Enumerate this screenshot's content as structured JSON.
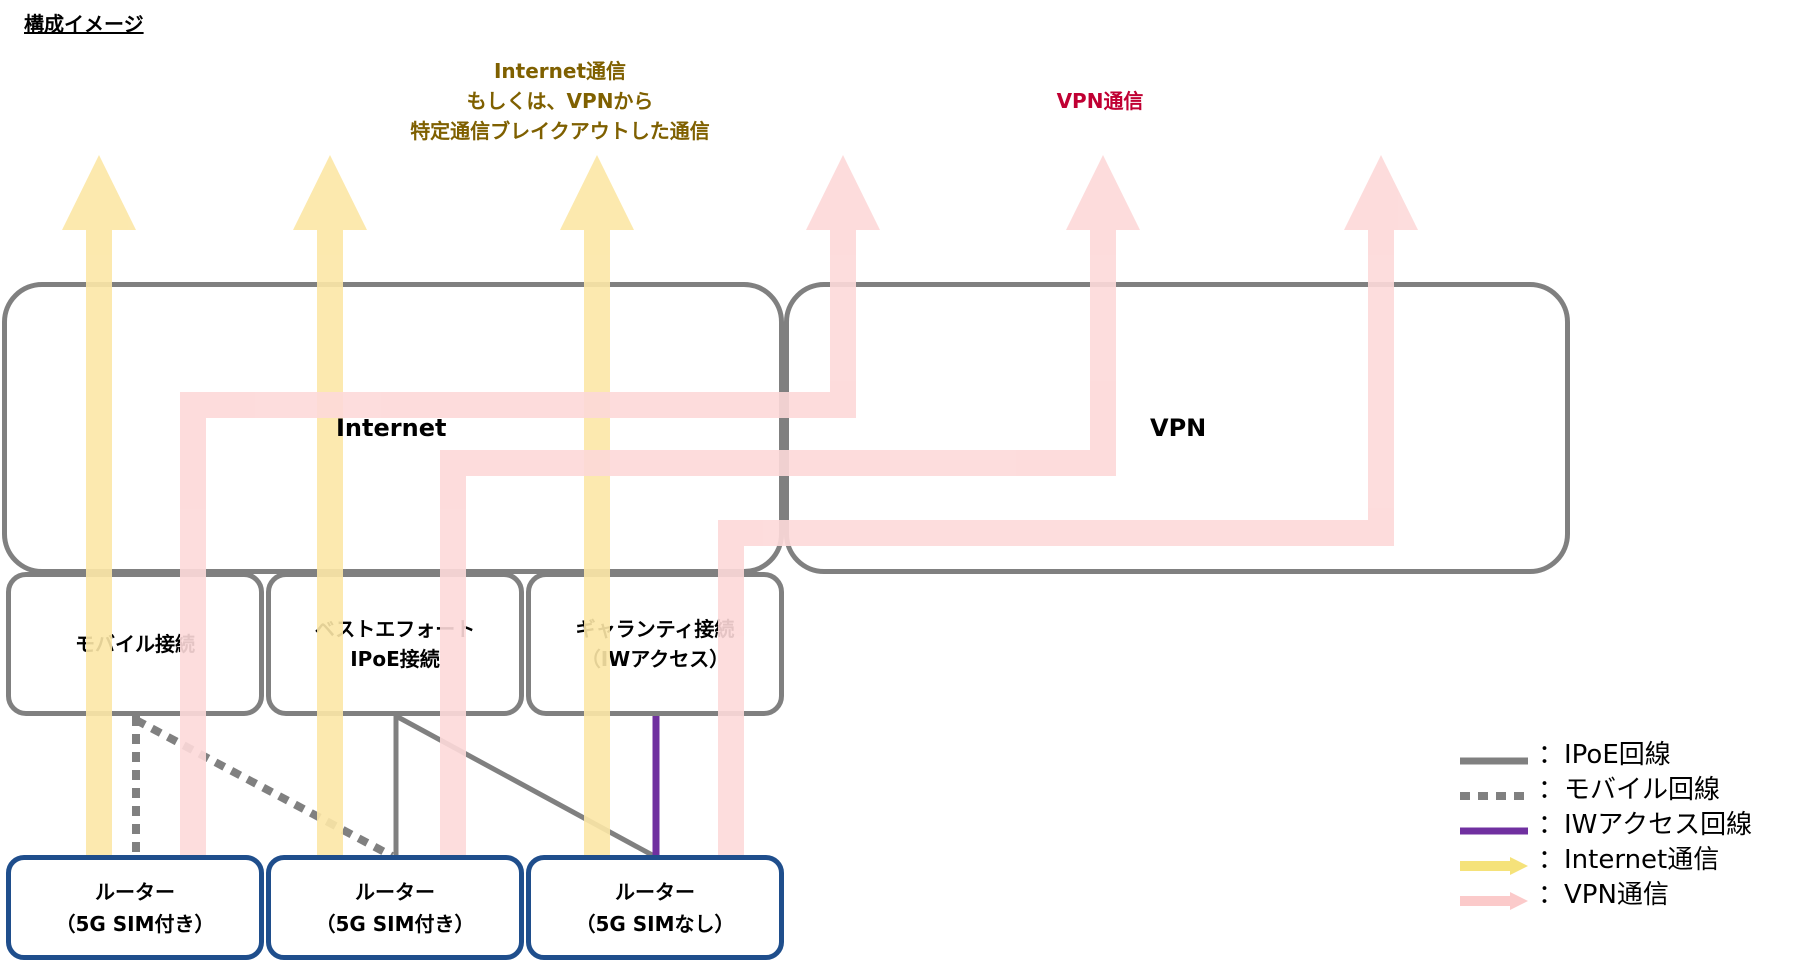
{
  "header": {
    "title": "構成イメージ"
  },
  "top_labels": {
    "internet_flow": [
      "Internet通信",
      "もしくは、VPNから",
      "特定通信ブレイクアウトした通信"
    ],
    "vpn_flow": "VPN通信"
  },
  "clouds": {
    "internet": "Internet",
    "vpn": "VPN"
  },
  "connections": [
    {
      "lines": [
        "モバイル接続"
      ]
    },
    {
      "lines": [
        "ベストエフォート",
        "IPoE接続"
      ]
    },
    {
      "lines": [
        "ギャランティ接続",
        "（IWアクセス）"
      ]
    }
  ],
  "routers": [
    {
      "lines": [
        "ルーター",
        "（5G SIM付き）"
      ]
    },
    {
      "lines": [
        "ルーター",
        "（5G SIM付き）"
      ]
    },
    {
      "lines": [
        "ルーター",
        "（5G SIMなし）"
      ]
    }
  ],
  "legend": [
    {
      "key": "solid-gray",
      "label": "：IPoE回線"
    },
    {
      "key": "dotted-gray",
      "label": "：モバイル回線"
    },
    {
      "key": "solid-purple",
      "label": "：IWアクセス回線"
    },
    {
      "key": "arrow-yellow",
      "label": "：Internet通信"
    },
    {
      "key": "arrow-pink",
      "label": "：VPN通信"
    }
  ],
  "colors": {
    "box_border": "#808080",
    "router_border": "#1f4e8c",
    "iw_line": "#7030a0",
    "internet_arrow": "#fce7a6",
    "vpn_arrow": "#fdd9d9",
    "internet_label": "#7f6000",
    "vpn_label": "#c00033"
  }
}
